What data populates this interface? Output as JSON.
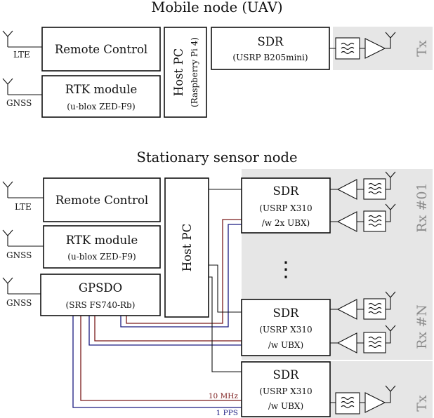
{
  "mobile": {
    "title": "Mobile node (UAV)",
    "ant_lte": "LTE",
    "ant_gnss": "GNSS",
    "remote_control": "Remote Control",
    "rtk_title": "RTK module",
    "rtk_sub": "(u-blox ZED-F9)",
    "host_title": "Host PC",
    "host_sub": "(Raspberry Pi 4)",
    "sdr_title": "SDR",
    "sdr_sub": "(USRP  B205mini)",
    "tx_label": "Tx"
  },
  "stationary": {
    "title": "Stationary sensor node",
    "ant_lte": "LTE",
    "ant_gnss_1": "GNSS",
    "ant_gnss_2": "GNSS",
    "remote_control": "Remote Control",
    "rtk_title": "RTK module",
    "rtk_sub": "(u-blox ZED-F9)",
    "gpsdo_title": "GPSDO",
    "gpsdo_sub": "(SRS FS740-Rb)",
    "host_title": "Host PC",
    "sdr1_title": "SDR",
    "sdr1_sub1": "(USRP X310",
    "sdr1_sub2": "/w 2x UBX)",
    "sdrn_title": "SDR",
    "sdrn_sub1": "(USRP X310",
    "sdrn_sub2": "/w UBX)",
    "sdrtx_title": "SDR",
    "sdrtx_sub1": "(USRP X310",
    "sdrtx_sub2": "/w UBX)",
    "rx1_label": "Rx #01",
    "rxn_label": "Rx #N",
    "tx_label": "Tx",
    "ellipsis": "⋮",
    "sig_10mhz": "10 MHz",
    "sig_1pps": "1 PPS"
  },
  "colors": {
    "sig_10mhz": "#7a1a1a",
    "sig_1pps": "#1a1a80",
    "zone": "#e6e6e6",
    "side_label": "#8c8c8c"
  }
}
